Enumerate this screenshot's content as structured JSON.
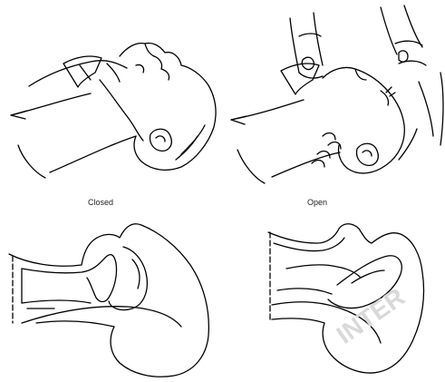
{
  "labels": {
    "closed": "Closed",
    "open": "Open"
  },
  "watermark": "INTER"
}
